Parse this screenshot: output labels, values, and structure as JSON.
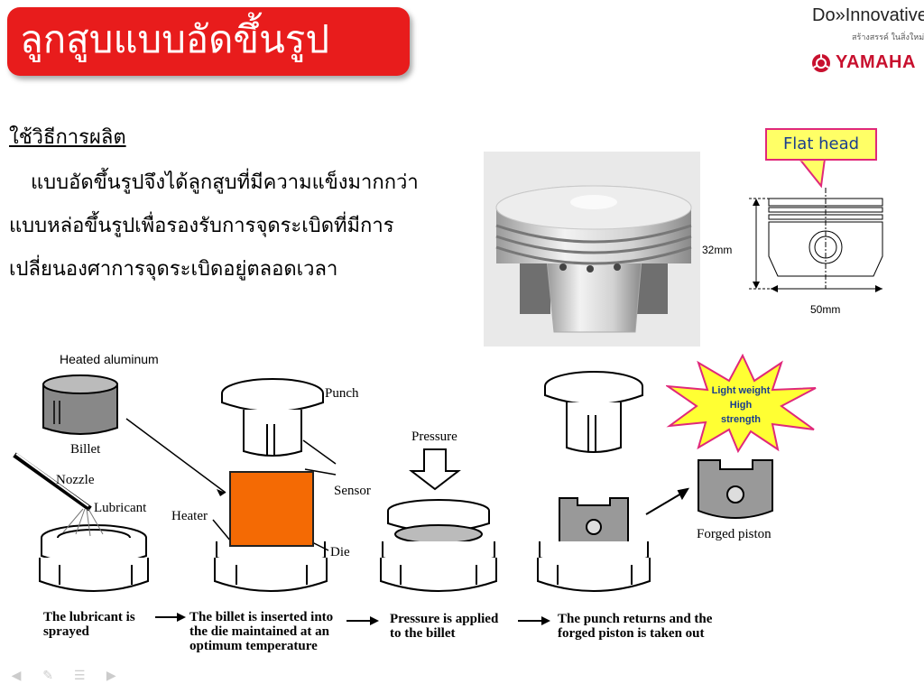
{
  "slide": {
    "title": "ลูกสูบแบบอัดขึ้นรูป",
    "brand": {
      "do_innovative": "Do»Innovative",
      "tagline": "สร้างสรรค์ ในสิ่งใหม่",
      "yamaha": "YAMAHA"
    },
    "method": {
      "heading": "ใช้วิธีการผลิต",
      "lines": [
        "แบบอัดขึ้นรูปจึงได้ลูกสูบที่มีความแข็งมากกว่า",
        "แบบหล่อขึ้นรูปเพื่อรองรับการจุดระเบิดที่มีการ",
        "เปลี่ยนองศาการจุดระเบิดอยู่ตลอดเวลา"
      ]
    },
    "diagram": {
      "callout": "Flat head",
      "height_label": "32mm",
      "width_label": "50mm"
    },
    "process": {
      "heated_aluminum": "Heated aluminum",
      "billet": "Billet",
      "nozzle": "Nozzle",
      "lubricant": "Lubricant",
      "punch": "Punch",
      "heater": "Heater",
      "sensor": "Sensor",
      "die": "Die",
      "pressure": "Pressure",
      "forged_piston": "Forged piston",
      "star_lines": [
        "Light weight",
        "High",
        "strength"
      ],
      "captions": [
        [
          "The lubricant is",
          "sprayed"
        ],
        [
          "The billet is inserted into",
          "the die maintained at an",
          "optimum temperature"
        ],
        [
          "Pressure is applied",
          "to the billet"
        ],
        [
          "The punch returns and the",
          "forged piston is taken out"
        ]
      ]
    }
  },
  "colors": {
    "title_bg": "#e81c1c",
    "callout_bg": "#ffff66",
    "callout_border": "#e0287a",
    "billet_orange": "#f46a04",
    "star_fill": "#ffff33",
    "star_border": "#e0287a",
    "yamaha_red": "#c8102e"
  },
  "nav_icons": [
    "arrow-left-icon",
    "pen-icon",
    "menu-icon",
    "arrow-right-icon"
  ]
}
